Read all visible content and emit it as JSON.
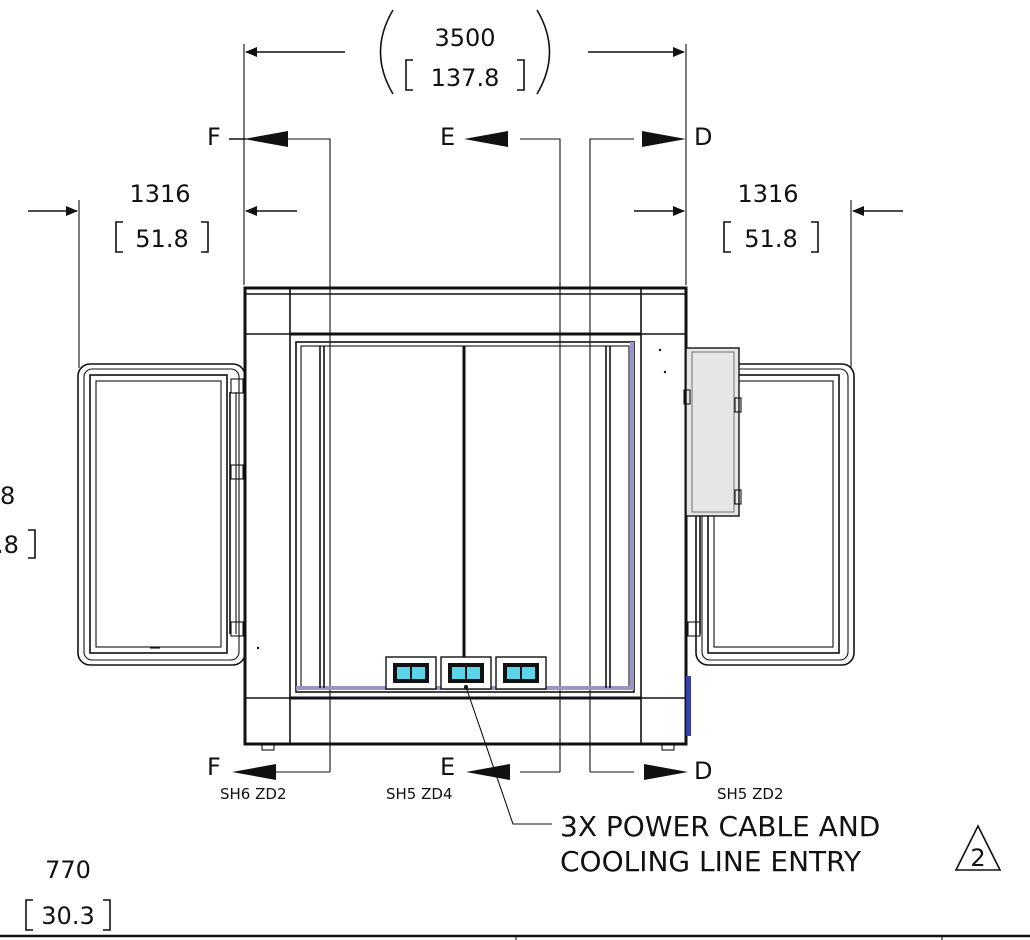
{
  "dimensions": {
    "overall_width": {
      "mm": "3500",
      "in": "137.8"
    },
    "left_door": {
      "mm": "1316",
      "in": "51.8"
    },
    "right_door": {
      "mm": "1316",
      "in": "51.8"
    },
    "left_height_partial": {
      "mm": "8",
      "in": ".8"
    },
    "bottom": {
      "mm": "770",
      "in": "30.3"
    }
  },
  "section_labels": {
    "top_left": "F",
    "top_center": "E",
    "top_right": "D",
    "bottom_left": "F",
    "bottom_center": "E",
    "bottom_right": "D"
  },
  "section_refs": {
    "left": "SH6 ZD2",
    "center": "SH5 ZD4",
    "right": "SH5 ZD2"
  },
  "callout": {
    "line1": "3X POWER CABLE AND",
    "line2": "COOLING LINE ENTRY",
    "revision": "2"
  }
}
